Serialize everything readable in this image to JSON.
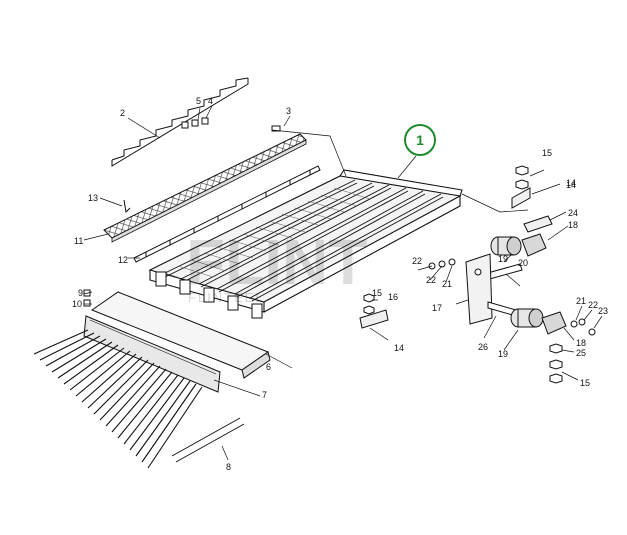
{
  "watermark": {
    "main": "FLINT",
    "sub": "FLINTEEL"
  },
  "callout": {
    "label": "1",
    "color": "#1f8a2e"
  },
  "part_numbers": [
    "1",
    "2",
    "3",
    "4",
    "5",
    "6",
    "7",
    "8",
    "9",
    "10",
    "11",
    "12",
    "13",
    "14",
    "15",
    "16",
    "17",
    "18",
    "19",
    "20",
    "21",
    "22",
    "23",
    "24",
    "25",
    "26"
  ]
}
